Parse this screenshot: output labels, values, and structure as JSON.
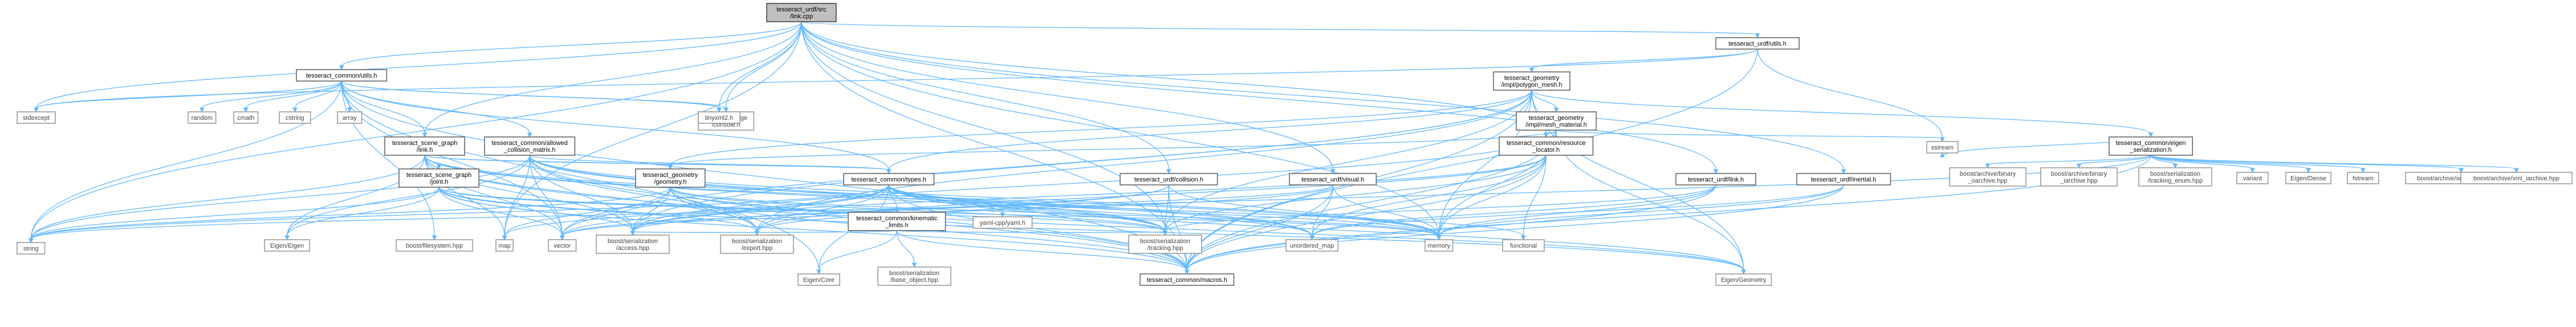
{
  "graph": {
    "nodes": [
      {
        "id": "link_cpp",
        "label": "tesseract_urdf/src\n/link.cpp",
        "kind": "root"
      },
      {
        "id": "urdf_utils",
        "label": "tesseract_urdf/utils.h",
        "kind": "doc"
      },
      {
        "id": "common_utils",
        "label": "tesseract_common/utils.h",
        "kind": "doc"
      },
      {
        "id": "polygon_mesh",
        "label": "tesseract_geometry\n/impl/polygon_mesh.h",
        "kind": "doc"
      },
      {
        "id": "stdexcept",
        "label": "stdexcept",
        "kind": "sys"
      },
      {
        "id": "random",
        "label": "random",
        "kind": "sys"
      },
      {
        "id": "cmath",
        "label": "cmath",
        "kind": "sys"
      },
      {
        "id": "cstring",
        "label": "cstring",
        "kind": "sys"
      },
      {
        "id": "array",
        "label": "array",
        "kind": "sys"
      },
      {
        "id": "console_bridge",
        "label": "console_bridge\n/console.h",
        "kind": "sys"
      },
      {
        "id": "scene_graph_link",
        "label": "tesseract_scene_graph\n/link.h",
        "kind": "doc"
      },
      {
        "id": "allowed_collision",
        "label": "tesseract_common/allowed\n_collision_matrix.h",
        "kind": "doc"
      },
      {
        "id": "tinyxml2",
        "label": "tinyxml2.h",
        "kind": "sys"
      },
      {
        "id": "mesh_material",
        "label": "tesseract_geometry\n/impl/mesh_material.h",
        "kind": "doc"
      },
      {
        "id": "resource_locator",
        "label": "tesseract_common/resource\n_locator.h",
        "kind": "doc"
      },
      {
        "id": "eigen_serialization",
        "label": "tesseract_common/eigen\n_serialization.h",
        "kind": "doc"
      },
      {
        "id": "sstream",
        "label": "sstream",
        "kind": "sys"
      },
      {
        "id": "scene_graph_joint",
        "label": "tesseract_scene_graph\n/joint.h",
        "kind": "doc"
      },
      {
        "id": "geometry_h",
        "label": "tesseract_geometry\n/geometry.h",
        "kind": "doc"
      },
      {
        "id": "common_types",
        "label": "tesseract_common/types.h",
        "kind": "doc"
      },
      {
        "id": "urdf_collision",
        "label": "tesseract_urdf/collision.h",
        "kind": "doc"
      },
      {
        "id": "urdf_visual",
        "label": "tesseract_urdf/visual.h",
        "kind": "doc"
      },
      {
        "id": "urdf_link",
        "label": "tesseract_urdf/link.h",
        "kind": "doc"
      },
      {
        "id": "urdf_inertial",
        "label": "tesseract_urdf/inertial.h",
        "kind": "doc"
      },
      {
        "id": "kinematic_limits",
        "label": "tesseract_common/kinematic\n_limits.h",
        "kind": "doc"
      },
      {
        "id": "yaml_cpp",
        "label": "yaml-cpp/yaml.h",
        "kind": "sys"
      },
      {
        "id": "string",
        "label": "string",
        "kind": "sys"
      },
      {
        "id": "eigen_eigen",
        "label": "Eigen/Eigen",
        "kind": "sys"
      },
      {
        "id": "boost_filesystem",
        "label": "boost/filesystem.hpp",
        "kind": "sys"
      },
      {
        "id": "map",
        "label": "map",
        "kind": "sys"
      },
      {
        "id": "vector",
        "label": "vector",
        "kind": "sys"
      },
      {
        "id": "boost_access",
        "label": "boost/serialization\n/access.hpp",
        "kind": "sys"
      },
      {
        "id": "boost_export",
        "label": "boost/serialization\n/export.hpp",
        "kind": "sys"
      },
      {
        "id": "boost_tracking",
        "label": "boost/serialization\n/tracking.hpp",
        "kind": "sys"
      },
      {
        "id": "unordered_map",
        "label": "unordered_map",
        "kind": "sys"
      },
      {
        "id": "memory",
        "label": "memory",
        "kind": "sys"
      },
      {
        "id": "functional",
        "label": "functional",
        "kind": "sys"
      },
      {
        "id": "eigen_core",
        "label": "Eigen/Core",
        "kind": "sys"
      },
      {
        "id": "boost_base_object",
        "label": "boost/serialization\n/base_object.hpp",
        "kind": "sys"
      },
      {
        "id": "common_macros",
        "label": "tesseract_common/macros.h",
        "kind": "doc"
      },
      {
        "id": "eigen_geometry",
        "label": "Eigen/Geometry",
        "kind": "sys"
      },
      {
        "id": "binary_iarchive",
        "label": "boost/archive/binary\n_oarchive.hpp",
        "kind": "sys"
      },
      {
        "id": "binary_oarchive",
        "label": "boost/archive/binary\n_iarchive.hpp",
        "kind": "sys"
      },
      {
        "id": "tracking_enum",
        "label": "boost/serialization\n/tracking_enum.hpp",
        "kind": "sys"
      },
      {
        "id": "variant",
        "label": "variant",
        "kind": "sys"
      },
      {
        "id": "eigen_dense",
        "label": "Eigen/Dense",
        "kind": "sys"
      },
      {
        "id": "fstream",
        "label": "fstream",
        "kind": "sys"
      },
      {
        "id": "xml_oarchive",
        "label": "boost/archive/xml_oarchive.hpp",
        "kind": "sys"
      },
      {
        "id": "xml_iarchive",
        "label": "boost/archive/xml_iarchive.hpp",
        "kind": "sys"
      }
    ],
    "edges": [
      [
        "link_cpp",
        "urdf_utils"
      ],
      [
        "link_cpp",
        "common_utils"
      ],
      [
        "link_cpp",
        "stdexcept"
      ],
      [
        "link_cpp",
        "console_bridge"
      ],
      [
        "link_cpp",
        "scene_graph_link"
      ],
      [
        "link_cpp",
        "resource_locator"
      ],
      [
        "link_cpp",
        "urdf_collision"
      ],
      [
        "link_cpp",
        "urdf_visual"
      ],
      [
        "link_cpp",
        "urdf_link"
      ],
      [
        "link_cpp",
        "urdf_inertial"
      ],
      [
        "link_cpp",
        "boost_tracking"
      ],
      [
        "link_cpp",
        "common_macros"
      ],
      [
        "link_cpp",
        "string"
      ],
      [
        "link_cpp",
        "map"
      ],
      [
        "link_cpp",
        "memory"
      ],
      [
        "link_cpp",
        "tinyxml2"
      ],
      [
        "urdf_utils",
        "polygon_mesh"
      ],
      [
        "urdf_utils",
        "sstream"
      ],
      [
        "urdf_utils",
        "stdexcept"
      ],
      [
        "urdf_utils",
        "common_macros"
      ],
      [
        "common_utils",
        "stdexcept"
      ],
      [
        "common_utils",
        "random"
      ],
      [
        "common_utils",
        "cmath"
      ],
      [
        "common_utils",
        "cstring"
      ],
      [
        "common_utils",
        "array"
      ],
      [
        "common_utils",
        "console_bridge"
      ],
      [
        "common_utils",
        "string"
      ],
      [
        "common_utils",
        "vector"
      ],
      [
        "common_utils",
        "eigen_core"
      ],
      [
        "common_utils",
        "common_types"
      ],
      [
        "common_utils",
        "common_macros"
      ],
      [
        "common_utils",
        "tinyxml2"
      ],
      [
        "common_utils",
        "allowed_collision"
      ],
      [
        "common_utils",
        "scene_graph_link"
      ],
      [
        "common_utils",
        "boost_filesystem"
      ],
      [
        "polygon_mesh",
        "mesh_material"
      ],
      [
        "polygon_mesh",
        "resource_locator"
      ],
      [
        "polygon_mesh",
        "geometry_h"
      ],
      [
        "polygon_mesh",
        "common_types"
      ],
      [
        "polygon_mesh",
        "eigen_serialization"
      ],
      [
        "polygon_mesh",
        "boost_access"
      ],
      [
        "polygon_mesh",
        "boost_export"
      ],
      [
        "polygon_mesh",
        "boost_tracking"
      ],
      [
        "polygon_mesh",
        "memory"
      ],
      [
        "polygon_mesh",
        "common_macros"
      ],
      [
        "polygon_mesh",
        "eigen_geometry"
      ],
      [
        "polygon_mesh",
        "vector"
      ],
      [
        "mesh_material",
        "resource_locator"
      ],
      [
        "mesh_material",
        "eigen_geometry"
      ],
      [
        "mesh_material",
        "boost_access"
      ],
      [
        "mesh_material",
        "memory"
      ],
      [
        "mesh_material",
        "common_macros"
      ],
      [
        "mesh_material",
        "sstream"
      ],
      [
        "mesh_material",
        "geometry_h"
      ],
      [
        "resource_locator",
        "functional"
      ],
      [
        "resource_locator",
        "memory"
      ],
      [
        "resource_locator",
        "boost_access"
      ],
      [
        "resource_locator",
        "boost_export"
      ],
      [
        "resource_locator",
        "boost_tracking"
      ],
      [
        "resource_locator",
        "common_macros"
      ],
      [
        "resource_locator",
        "unordered_map"
      ],
      [
        "eigen_serialization",
        "binary_iarchive"
      ],
      [
        "eigen_serialization",
        "binary_oarchive"
      ],
      [
        "eigen_serialization",
        "tracking_enum"
      ],
      [
        "eigen_serialization",
        "variant"
      ],
      [
        "eigen_serialization",
        "eigen_dense"
      ],
      [
        "eigen_serialization",
        "fstream"
      ],
      [
        "eigen_serialization",
        "xml_oarchive"
      ],
      [
        "eigen_serialization",
        "xml_iarchive"
      ],
      [
        "eigen_serialization",
        "sstream"
      ],
      [
        "eigen_serialization",
        "common_macros"
      ],
      [
        "eigen_serialization",
        "boost_export"
      ],
      [
        "scene_graph_link",
        "scene_graph_joint"
      ],
      [
        "scene_graph_link",
        "geometry_h"
      ],
      [
        "scene_graph_link",
        "common_types"
      ],
      [
        "scene_graph_link",
        "string"
      ],
      [
        "scene_graph_link",
        "map"
      ],
      [
        "scene_graph_link",
        "vector"
      ],
      [
        "scene_graph_link",
        "memory"
      ],
      [
        "scene_graph_link",
        "eigen_eigen"
      ],
      [
        "scene_graph_link",
        "boost_access"
      ],
      [
        "scene_graph_link",
        "boost_export"
      ],
      [
        "scene_graph_link",
        "boost_tracking"
      ],
      [
        "scene_graph_link",
        "common_macros"
      ],
      [
        "scene_graph_link",
        "unordered_map"
      ],
      [
        "allowed_collision",
        "common_types"
      ],
      [
        "allowed_collision",
        "string"
      ],
      [
        "allowed_collision",
        "map"
      ],
      [
        "allowed_collision",
        "vector"
      ],
      [
        "allowed_collision",
        "unordered_map"
      ],
      [
        "allowed_collision",
        "memory"
      ],
      [
        "allowed_collision",
        "boost_access"
      ],
      [
        "allowed_collision",
        "boost_export"
      ],
      [
        "allowed_collision",
        "boost_tracking"
      ],
      [
        "allowed_collision",
        "common_macros"
      ],
      [
        "allowed_collision",
        "eigen_eigen"
      ],
      [
        "scene_graph_joint",
        "string"
      ],
      [
        "scene_graph_joint",
        "memory"
      ],
      [
        "scene_graph_joint",
        "eigen_geometry"
      ],
      [
        "scene_graph_joint",
        "boost_access"
      ],
      [
        "scene_graph_joint",
        "boost_export"
      ],
      [
        "scene_graph_joint",
        "boost_tracking"
      ],
      [
        "scene_graph_joint",
        "common_macros"
      ],
      [
        "scene_graph_joint",
        "eigen_eigen"
      ],
      [
        "scene_graph_joint",
        "vector"
      ],
      [
        "geometry_h",
        "memory"
      ],
      [
        "geometry_h",
        "string"
      ],
      [
        "geometry_h",
        "vector"
      ],
      [
        "geometry_h",
        "boost_access"
      ],
      [
        "geometry_h",
        "boost_export"
      ],
      [
        "geometry_h",
        "boost_tracking"
      ],
      [
        "geometry_h",
        "common_macros"
      ],
      [
        "geometry_h",
        "eigen_geometry"
      ],
      [
        "geometry_h",
        "map"
      ],
      [
        "common_types",
        "kinematic_limits"
      ],
      [
        "common_types",
        "yaml_cpp"
      ],
      [
        "common_types",
        "eigen_core"
      ],
      [
        "common_types",
        "eigen_geometry"
      ],
      [
        "common_types",
        "string"
      ],
      [
        "common_types",
        "vector"
      ],
      [
        "common_types",
        "map"
      ],
      [
        "common_types",
        "unordered_map"
      ],
      [
        "common_types",
        "memory"
      ],
      [
        "common_types",
        "boost_access"
      ],
      [
        "common_types",
        "boost_export"
      ],
      [
        "common_types",
        "boost_tracking"
      ],
      [
        "common_types",
        "common_macros"
      ],
      [
        "common_types",
        "functional"
      ],
      [
        "kinematic_limits",
        "eigen_core"
      ],
      [
        "kinematic_limits",
        "boost_base_object"
      ],
      [
        "kinematic_limits",
        "boost_access"
      ],
      [
        "kinematic_limits",
        "boost_tracking"
      ],
      [
        "kinematic_limits",
        "common_macros"
      ],
      [
        "urdf_collision",
        "memory"
      ],
      [
        "urdf_collision",
        "boost_tracking"
      ],
      [
        "urdf_collision",
        "common_macros"
      ],
      [
        "urdf_collision",
        "vector"
      ],
      [
        "urdf_collision",
        "boost_access"
      ],
      [
        "urdf_visual",
        "memory"
      ],
      [
        "urdf_visual",
        "unordered_map"
      ],
      [
        "urdf_visual",
        "common_macros"
      ],
      [
        "urdf_visual",
        "vector"
      ],
      [
        "urdf_visual",
        "string"
      ],
      [
        "urdf_link",
        "memory"
      ],
      [
        "urdf_link",
        "unordered_map"
      ],
      [
        "urdf_link",
        "common_macros"
      ],
      [
        "urdf_link",
        "boost_tracking"
      ],
      [
        "urdf_inertial",
        "memory"
      ],
      [
        "urdf_inertial",
        "common_macros"
      ],
      [
        "urdf_inertial",
        "unordered_map"
      ]
    ]
  }
}
